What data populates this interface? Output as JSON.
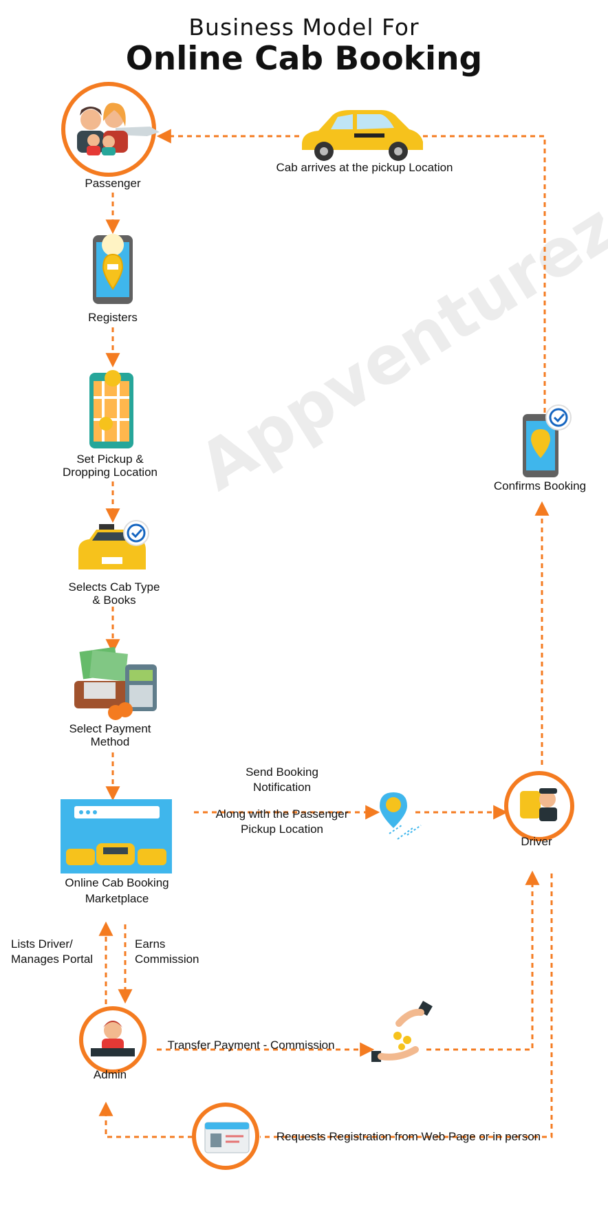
{
  "title": {
    "line1": "Business Model For",
    "line2": "Online Cab Booking"
  },
  "watermark": "Appventurez",
  "colors": {
    "accent": "#f47b20",
    "taxi_yellow": "#f6c21c",
    "screen_blue": "#3fb6ec",
    "dark": "#111111"
  },
  "nodes": {
    "passenger": "Passenger",
    "registers": "Registers",
    "set_pickup": [
      "Set Pickup &",
      "Dropping Location"
    ],
    "selects_cab": [
      "Selects Cab Type",
      "& Books"
    ],
    "payment": [
      "Select Payment",
      "Method"
    ],
    "marketplace": [
      "Online Cab Booking",
      "Marketplace"
    ],
    "admin": "Admin",
    "driver": "Driver",
    "confirms": "Confirms Booking",
    "cab_arrives": "Cab arrives at the pickup Location"
  },
  "edges": {
    "send_booking": [
      "Send Booking",
      "Notification"
    ],
    "along_with": [
      "Along with the Passenger",
      "Pickup Location"
    ],
    "lists_driver": [
      "Lists Driver/",
      "Manages Portal"
    ],
    "earns": [
      "Earns",
      "Commission"
    ],
    "transfer": "Transfer Payment - Commission",
    "requests": "Requests Registration from Web Page or in person"
  },
  "icons": [
    "passenger-group-icon",
    "taxi-car-icon",
    "smartphone-icon",
    "map-phone-icon",
    "cab-check-icon",
    "payment-icon",
    "marketplace-icon",
    "admin-icon",
    "driver-icon",
    "location-pin-icon",
    "hand-coins-icon",
    "id-card-icon",
    "checkmark-badge-icon"
  ]
}
